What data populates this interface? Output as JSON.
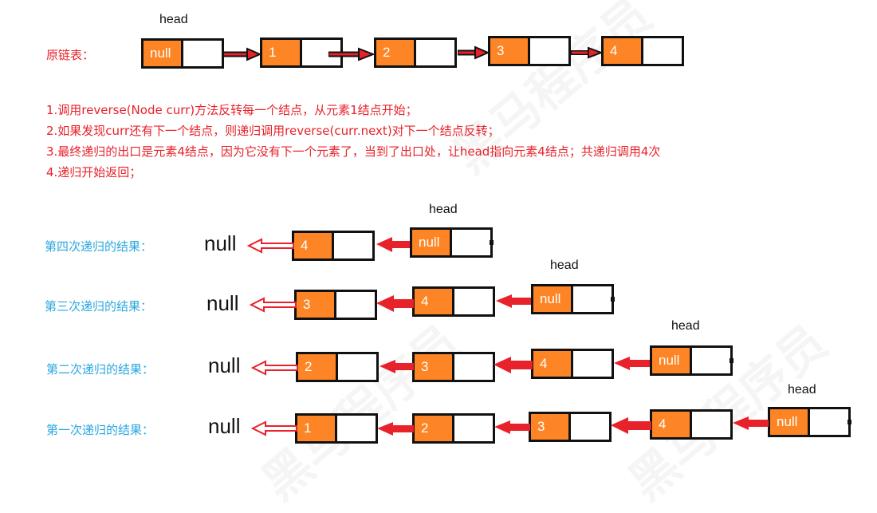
{
  "original": {
    "label": "原链表：",
    "head_label": "head",
    "nodes": [
      "null",
      "1",
      "2",
      "3",
      "4"
    ]
  },
  "steps": [
    "1.调用reverse(Node curr)方法反转每一个结点，从元素1结点开始；",
    "2.如果发现curr还有下一个结点，则递归调用reverse(curr.next)对下一个结点反转；",
    "3.最终递归的出口是元素4结点，因为它没有下一个元素了，当到了出口处，让head指向元素4结点；共递归调用4次",
    "4.递归开始返回；"
  ],
  "results": [
    {
      "label": "第四次递归的结果：",
      "null_text": "null",
      "head_label": "head",
      "nodes": [
        "4",
        "null"
      ]
    },
    {
      "label": "第三次递归的结果：",
      "null_text": "null",
      "head_label": "head",
      "nodes": [
        "3",
        "4",
        "null"
      ]
    },
    {
      "label": "第二次递归的结果：",
      "null_text": "null",
      "head_label": "head",
      "nodes": [
        "2",
        "3",
        "4",
        "null"
      ]
    },
    {
      "label": "第一次递归的结果：",
      "null_text": "null",
      "head_label": "head",
      "nodes": [
        "1",
        "2",
        "3",
        "4",
        "null"
      ]
    }
  ],
  "colors": {
    "node_value": "#fd8525",
    "arrow": "#e8222a",
    "step_text": "#e8222a",
    "result_label": "#2aa7e0"
  }
}
